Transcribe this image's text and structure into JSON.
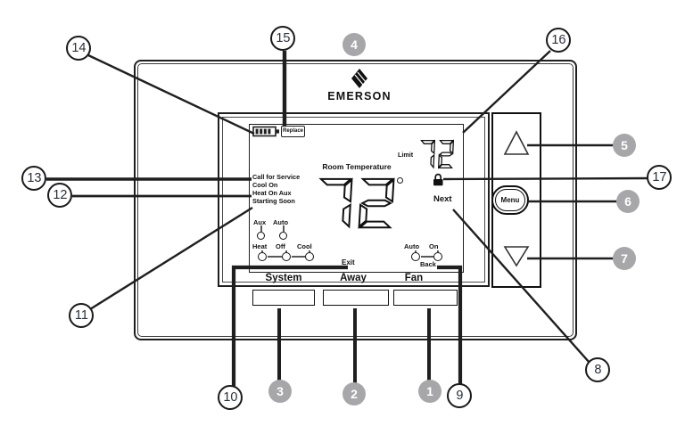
{
  "brand": {
    "logo": "EMERSON"
  },
  "thermostat": {
    "display": {
      "battery_label": "Replace",
      "status_messages": [
        "Call for Service",
        "Cool On",
        "Heat On Aux",
        "Starting Soon"
      ],
      "room_temperature_label": "Room Temperature",
      "room_temperature_value": "72",
      "degree_symbol": "°",
      "limit_label": "Limit",
      "limit_value": "72",
      "next_label": "Next",
      "exit_label": "Exit",
      "back_label": "Back",
      "aux_label": "Aux",
      "auto_label": "Auto",
      "system_mode_labels": [
        "Heat",
        "Off",
        "Cool"
      ],
      "fan_mode_labels": [
        "Auto",
        "On"
      ]
    },
    "softkeys": {
      "system": "System",
      "away": "Away",
      "fan": "Fan"
    },
    "side_buttons": {
      "menu_label": "Menu",
      "up_icon": "up-arrow-icon",
      "down_icon": "down-arrow-icon"
    }
  },
  "callouts": [
    {
      "number": "1",
      "variant": "gray"
    },
    {
      "number": "2",
      "variant": "gray"
    },
    {
      "number": "3",
      "variant": "gray"
    },
    {
      "number": "4",
      "variant": "gray"
    },
    {
      "number": "5",
      "variant": "gray"
    },
    {
      "number": "6",
      "variant": "gray"
    },
    {
      "number": "7",
      "variant": "gray"
    },
    {
      "number": "8",
      "variant": "white"
    },
    {
      "number": "9",
      "variant": "white"
    },
    {
      "number": "10",
      "variant": "white"
    },
    {
      "number": "11",
      "variant": "white"
    },
    {
      "number": "12",
      "variant": "white"
    },
    {
      "number": "13",
      "variant": "white"
    },
    {
      "number": "14",
      "variant": "white"
    },
    {
      "number": "15",
      "variant": "white"
    },
    {
      "number": "16",
      "variant": "white"
    },
    {
      "number": "17",
      "variant": "white"
    }
  ],
  "colors": {
    "callout_gray": "#a7a7aa",
    "line": "#1f1f1f"
  }
}
